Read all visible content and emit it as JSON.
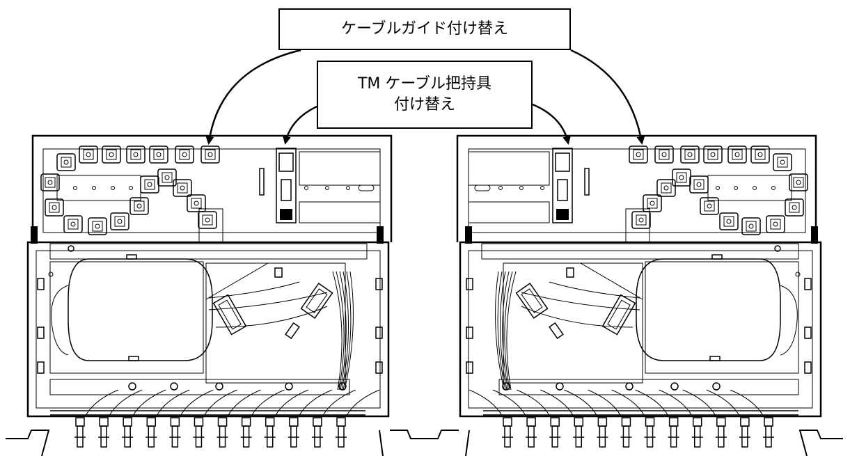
{
  "labels": {
    "cable_guide_replace": "ケーブルガイド付け替え",
    "tm_holder_line1": "TM ケーブル把持具",
    "tm_holder_line2": "付け替え"
  },
  "panels": [
    {
      "id": "left",
      "orientation": "normal",
      "port_count": 12,
      "guide_count": 18
    },
    {
      "id": "right",
      "orientation": "mirrored",
      "port_count": 12,
      "guide_count": 18
    }
  ],
  "colors": {
    "line": "#000000",
    "background": "#ffffff"
  }
}
